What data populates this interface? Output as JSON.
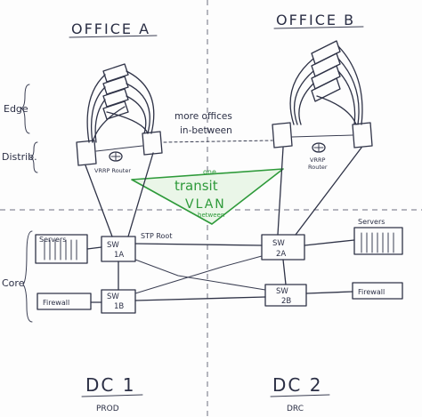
{
  "header": {
    "office_a": "OFFICE A",
    "office_b": "OFFICE B"
  },
  "side_labels": {
    "edge": "Edge",
    "distrib": "Distrib.",
    "core": "Core"
  },
  "middle": {
    "more_offices_line1": "more offices",
    "more_offices_line2": "in-between"
  },
  "routers": {
    "left": "VRRP Router",
    "right_line1": "VRRP",
    "right_line2": "Router"
  },
  "transit": {
    "line1": "one",
    "line2": "transit",
    "line3": "VLAN",
    "line4": "between"
  },
  "switches": {
    "sw1a_top": "SW",
    "sw1a_bottom": "1A",
    "sw1b_top": "SW",
    "sw1b_bottom": "1B",
    "sw2a_top": "SW",
    "sw2a_bottom": "2A",
    "sw2b_top": "SW",
    "sw2b_bottom": "2B",
    "stp_root": "STP Root"
  },
  "devices": {
    "servers_left": "Servers",
    "servers_right": "Servers",
    "firewall_left": "Firewall",
    "firewall_right": "Firewall"
  },
  "footer": {
    "dc1": "DC 1",
    "dc1_sub": "PROD",
    "dc2": "DC 2",
    "dc2_sub": "DRC"
  },
  "colors": {
    "ink": "#2f3347",
    "transit_green": "#2e9a3a"
  }
}
